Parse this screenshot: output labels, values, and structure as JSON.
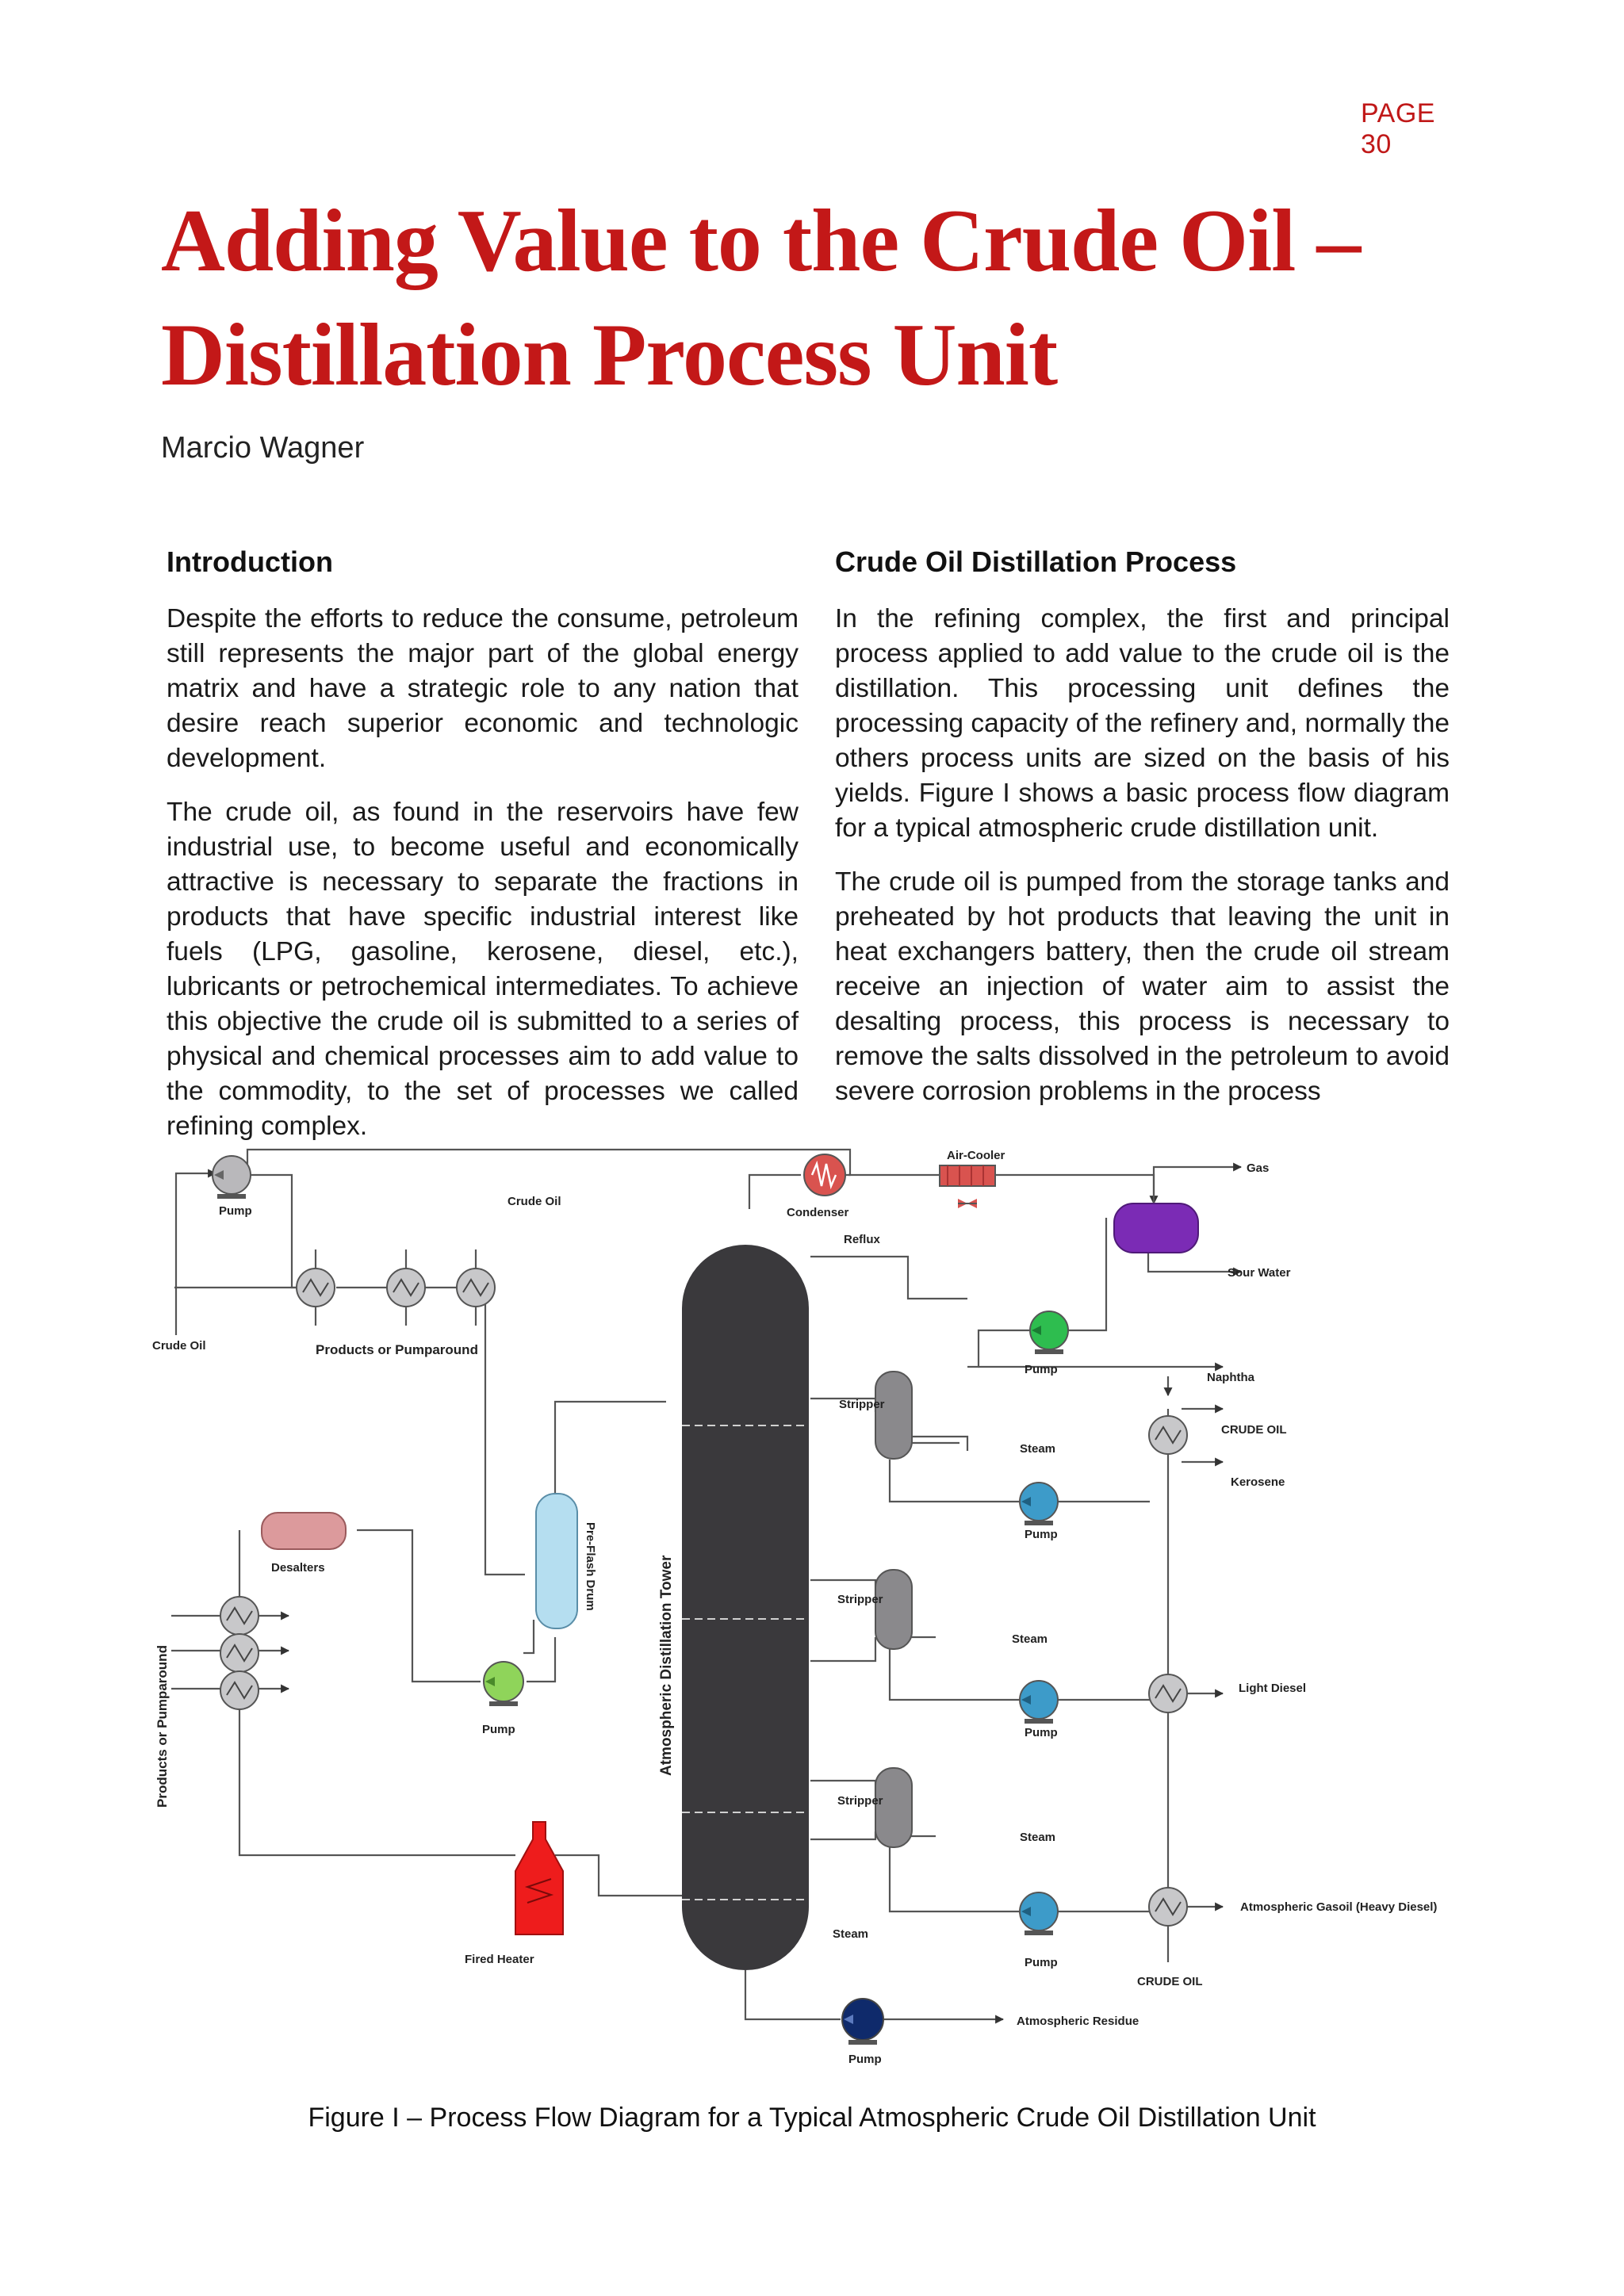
{
  "header": {
    "page_number": "PAGE 30"
  },
  "article": {
    "title_line1": "Adding Value to the Crude Oil –",
    "title_line2": "Distillation Process Unit",
    "author": "Marcio Wagner"
  },
  "left_column": {
    "heading": "Introduction",
    "paragraphs": [
      "Despite the efforts to reduce the consume, petroleum still represents the major part of the global energy matrix and have a strategic role to any nation that desire reach superior economic and technologic development.",
      "The crude oil, as found in the reservoirs have few industrial use, to become useful and economically attractive is necessary to separate the fractions in products that have specific industrial interest like fuels (LPG, gasoline, kerosene, diesel, etc.), lubricants or petrochemical intermediates. To achieve this objective the crude oil is submitted to a series of physical and chemical processes aim to add value to the commodity, to the set of processes we called refining complex."
    ]
  },
  "right_column": {
    "heading": "Crude Oil Distillation Process",
    "paragraphs": [
      "In the refining complex, the first and principal process applied to add value to the crude oil is the distillation. This processing unit defines the processing capacity of the refinery and, normally the others process units are sized on the basis of his yields.  Figure I shows a basic process flow diagram for a typical atmospheric crude distillation unit.",
      "The crude oil is pumped from the storage tanks and preheated by hot products that leaving the unit in heat exchangers battery, then the crude oil stream receive an injection of water aim to assist the desalting process, this process is necessary to remove the salts dissolved in the petroleum to avoid severe corrosion problems in the process"
    ]
  },
  "diagram": {
    "labels": {
      "pump_top": "Pump",
      "crude_oil_line": "Crude Oil",
      "crude_oil_inlet": "Crude Oil",
      "condenser": "Condenser",
      "air_cooler": "Air-Cooler",
      "gas": "Gas",
      "sour_water": "Sour Water",
      "reflux": "Reflux",
      "pump_reflux": "Pump",
      "naphtha": "Naphtha",
      "products_pumparound_top": "Products or Pumparound",
      "stripper_1": "Stripper",
      "steam_1": "Steam",
      "pump_1": "Pump",
      "crude_oil_hx_top": "CRUDE OIL",
      "kerosene": "Kerosene",
      "desalters": "Desalters",
      "preflash_drum": "Pre-Flash Drum",
      "tower": "Atmospheric Distillation Tower",
      "stripper_2": "Stripper",
      "steam_2": "Steam",
      "pump_2": "Pump",
      "light_diesel": "Light Diesel",
      "products_pumparound_left": "Products or Pumparound",
      "pump_preflash": "Pump",
      "stripper_3": "Stripper",
      "steam_3": "Steam",
      "fired_heater": "Fired Heater",
      "steam_bottom": "Steam",
      "pump_3": "Pump",
      "agos": "Atmospheric Gasoil (Heavy Diesel)",
      "crude_oil_hx_bottom": "CRUDE OIL",
      "residue": "Atmospheric Residue",
      "pump_bottom": "Pump"
    }
  },
  "figure": {
    "caption": "Figure I – Process Flow Diagram for a Typical Atmospheric Crude Oil Distillation Unit"
  },
  "colors": {
    "title_red": "#c31818",
    "tower": "#3a393c",
    "condenser": "#d9534f",
    "accumulator": "#7b2bb5",
    "reflux_pump": "#2ebd4f",
    "product_pumps": "#3d9bc9",
    "bottom_pump": "#0f2a6b",
    "preflash_pump": "#8fd45a",
    "desalter": "#dc9a9c",
    "preflash_drum": "#b5def0",
    "fired_heater": "#ee1c1c",
    "exchangers": "#c8c8ca",
    "strippers": "#8a898c"
  }
}
